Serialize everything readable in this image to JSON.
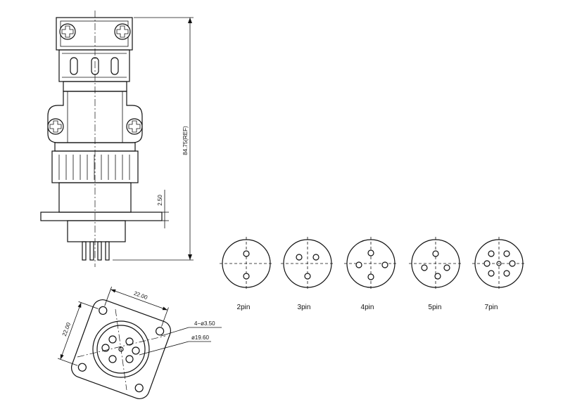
{
  "dimensions": {
    "overall_length": "84.75(REF)",
    "flange_thickness": "2.50",
    "flange_width_h": "22.00",
    "flange_width_v": "22.00",
    "mount_holes": "4−ø3.50",
    "body_diameter": "ø19.60"
  },
  "pin_layouts": [
    {
      "label": "2pin"
    },
    {
      "label": "3pin"
    },
    {
      "label": "4pin"
    },
    {
      "label": "5pin"
    },
    {
      "label": "7pin"
    }
  ],
  "icons": [
    "phillips-screw-icon"
  ]
}
